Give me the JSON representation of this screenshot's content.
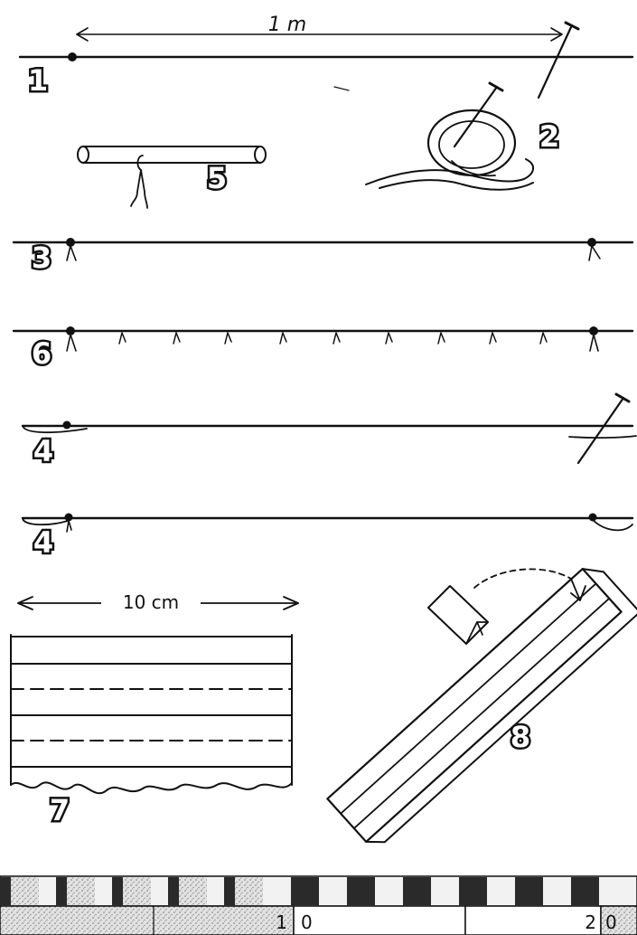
{
  "measurements": {
    "one_meter": "1 m",
    "ten_cm": "10 cm"
  },
  "step_labels": [
    "1",
    "2",
    "3",
    "4",
    "4",
    "5",
    "6",
    "7",
    "8"
  ],
  "ruler": {
    "labels": [
      "1",
      "0",
      "2",
      "0"
    ]
  },
  "colors": {
    "ink": "#111111",
    "paper": "#ffffff",
    "ruler_dark": "#2a2a2a",
    "ruler_stipple": "#d8d8d8"
  }
}
